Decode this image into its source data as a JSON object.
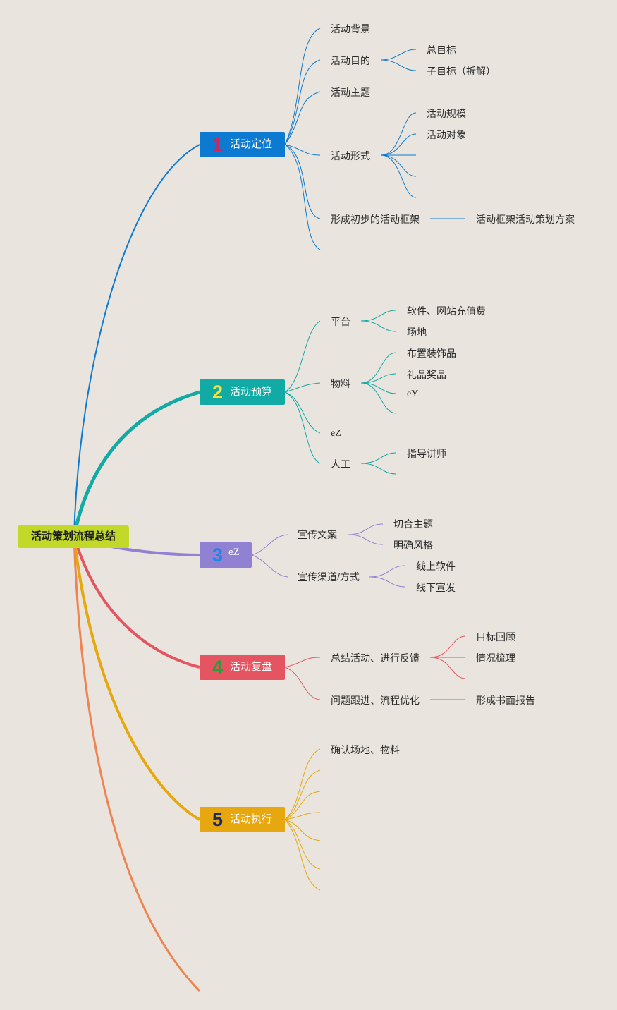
{
  "root": {
    "label": "活动策划流程总结"
  },
  "branches": [
    {
      "num": "1",
      "label": "活动定位",
      "color": "#0d7ad2",
      "num_color": "#d6235a",
      "children": [
        {
          "label": "活动背景"
        },
        {
          "label": "活动目的",
          "children": [
            {
              "label": "总目标"
            },
            {
              "label": "子目标（拆解）"
            }
          ]
        },
        {
          "label": "活动主题"
        },
        {
          "label": "活动形式",
          "children": [
            {
              "label": "活动规模"
            },
            {
              "label": "活动对象"
            }
          ]
        },
        {
          "label": "形成初步的活动框架",
          "children": [
            {
              "label": "活动框架活动策划方案"
            }
          ]
        }
      ]
    },
    {
      "num": "2",
      "label": "活动预算",
      "color": "#12aaa4",
      "num_color": "#f2e23b",
      "children": [
        {
          "label": "平台",
          "children": [
            {
              "label": "软件、网站充值费"
            },
            {
              "label": "场地"
            }
          ]
        },
        {
          "label": "物料",
          "children": [
            {
              "label": "布置装饰品"
            },
            {
              "label": "礼品奖品"
            },
            {
              "label": "eY"
            }
          ]
        },
        {
          "label": "eZ"
        },
        {
          "label": "人工",
          "children": [
            {
              "label": "指导讲师"
            }
          ]
        }
      ]
    },
    {
      "num": "3",
      "label": "eZ",
      "color": "#9181d3",
      "num_color": "#1f86e6",
      "children": [
        {
          "label": "宣传文案",
          "children": [
            {
              "label": "切合主题"
            },
            {
              "label": "明确风格"
            }
          ]
        },
        {
          "label": "宣传渠道/方式",
          "children": [
            {
              "label": "线上软件"
            },
            {
              "label": "线下宣发"
            }
          ]
        }
      ]
    },
    {
      "num": "4",
      "label": "活动复盘",
      "color": "#e45561",
      "num_color": "#2f9a38",
      "children": [
        {
          "label": "总结活动、进行反馈",
          "children": [
            {
              "label": "目标回顾"
            },
            {
              "label": "情况梳理"
            }
          ]
        },
        {
          "label": "问题跟进、流程优化",
          "children": [
            {
              "label": "形成书面报告"
            }
          ]
        }
      ]
    },
    {
      "num": "5",
      "label": "活动执行",
      "color": "#e6a70f",
      "num_color": "#1d2b5c",
      "children": [
        {
          "label": "确认场地、物料"
        }
      ]
    }
  ],
  "colors": {
    "background": "#e9e5de",
    "root": "#c3d92a",
    "tail": "#ef8452"
  }
}
